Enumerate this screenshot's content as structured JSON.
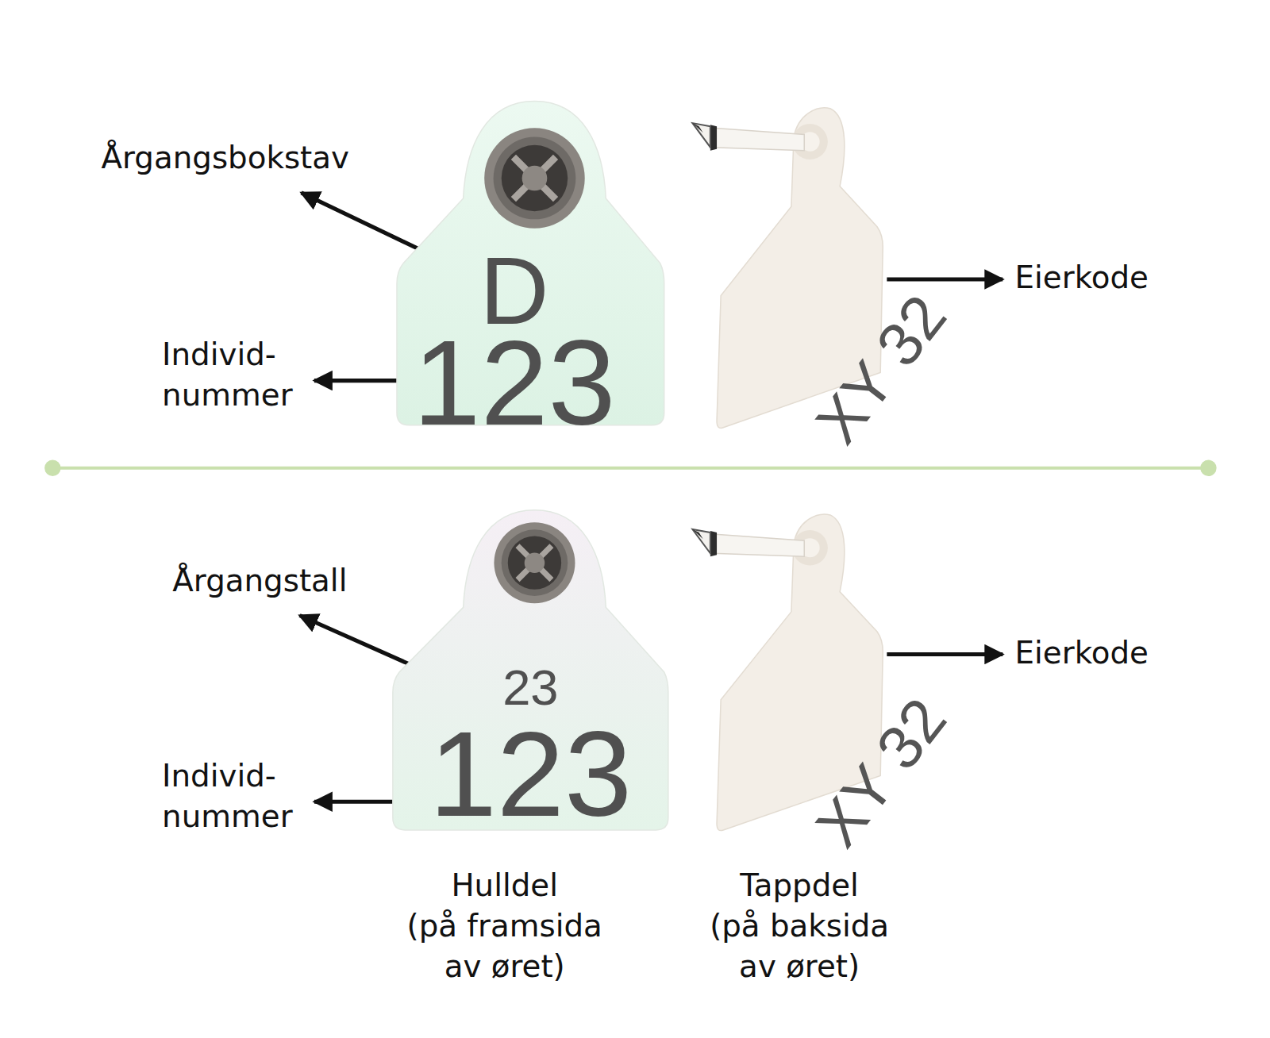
{
  "diagram": {
    "nodes": [
      {
        "text": [
          "D",
          "123"
        ]
      },
      {
        "text": [
          "XY 32"
        ]
      },
      {
        "text": [
          "23",
          "123"
        ]
      },
      {
        "text": [
          "XY 32"
        ]
      }
    ],
    "labels": [
      "Årgangsbokstav",
      "Individ- nummer",
      "Eierkode",
      "Årgangstall",
      "Individ- nummer",
      "Eierkode",
      "Hulldel",
      "(på framsida av øret)",
      "Tappdel",
      "(på baksida av øret)"
    ]
  }
}
